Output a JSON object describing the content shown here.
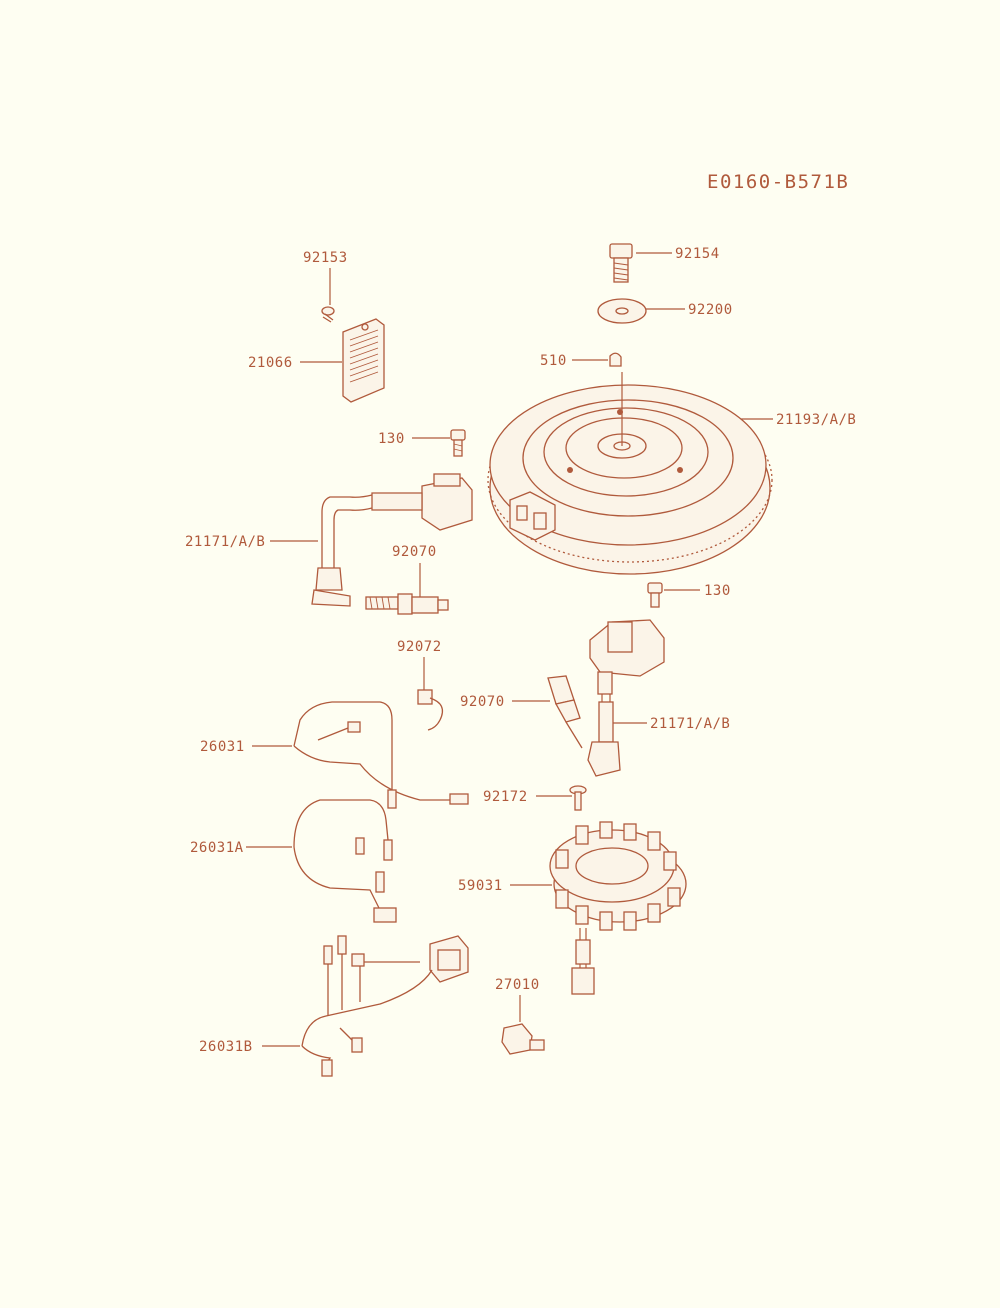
{
  "diagram_code": "E0160-B571B",
  "parts": [
    {
      "id": "p-92153",
      "label": "92153"
    },
    {
      "id": "p-21066",
      "label": "21066"
    },
    {
      "id": "p-92154",
      "label": "92154"
    },
    {
      "id": "p-92200",
      "label": "92200"
    },
    {
      "id": "p-510",
      "label": "510"
    },
    {
      "id": "p-21193",
      "label": "21193/A/B"
    },
    {
      "id": "p-130-top",
      "label": "130"
    },
    {
      "id": "p-21171-left",
      "label": "21171/A/B"
    },
    {
      "id": "p-92070-top",
      "label": "92070"
    },
    {
      "id": "p-130-right",
      "label": "130"
    },
    {
      "id": "p-92072",
      "label": "92072"
    },
    {
      "id": "p-92070-right",
      "label": "92070"
    },
    {
      "id": "p-21171-right",
      "label": "21171/A/B"
    },
    {
      "id": "p-26031",
      "label": "26031"
    },
    {
      "id": "p-92172",
      "label": "92172"
    },
    {
      "id": "p-26031A",
      "label": "26031A"
    },
    {
      "id": "p-59031",
      "label": "59031"
    },
    {
      "id": "p-27010",
      "label": "27010"
    },
    {
      "id": "p-26031B",
      "label": "26031B"
    }
  ],
  "colors": {
    "line": "#b05a3c",
    "background": "#fefef2"
  }
}
